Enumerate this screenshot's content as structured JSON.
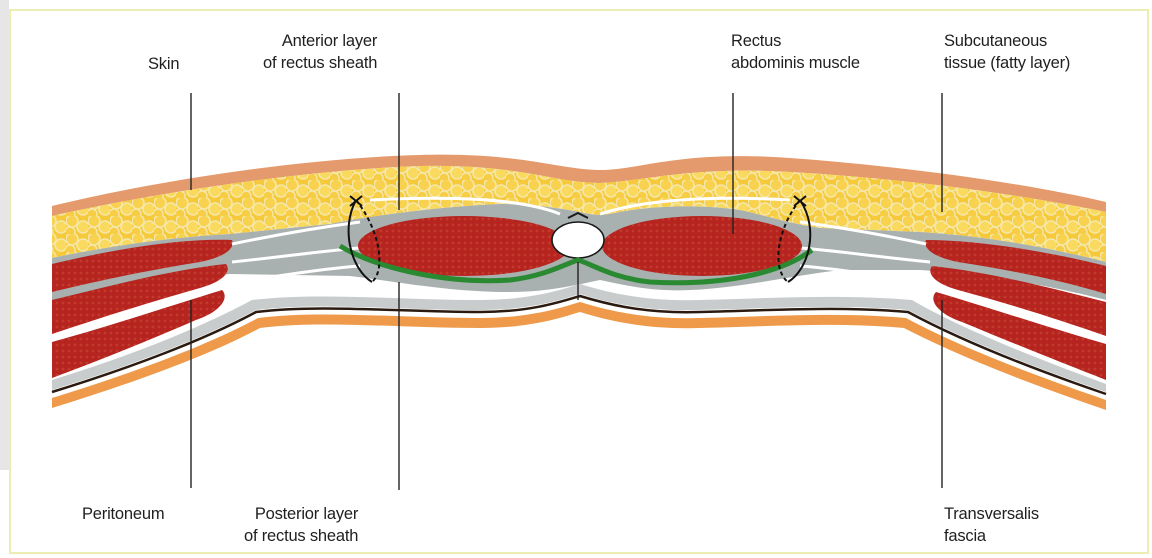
{
  "labels": {
    "skin": "Skin",
    "anterior_layer": "Anterior layer\nof rectus sheath",
    "rectus_muscle": "Rectus\nabdominis muscle",
    "subcutaneous": "Subcutaneous\ntissue (fatty layer)",
    "peritoneum": "Peritoneum",
    "posterior_layer": "Posterior layer\nof rectus sheath",
    "transversalis": "Transversalis\nfascia"
  },
  "colors": {
    "skin": "#e49a6c",
    "fat": "#f6c93a",
    "fat_cell_outline": "#f2e6a8",
    "muscle": "#b5241e",
    "fascia": "#a9b0b0",
    "sheath_lines": "#ffffff",
    "suture_green": "#2a8a32",
    "peritoneum_orange": "#ee9a4a",
    "dark_line": "#2a1a10",
    "frame_border": "#ebedb3"
  }
}
